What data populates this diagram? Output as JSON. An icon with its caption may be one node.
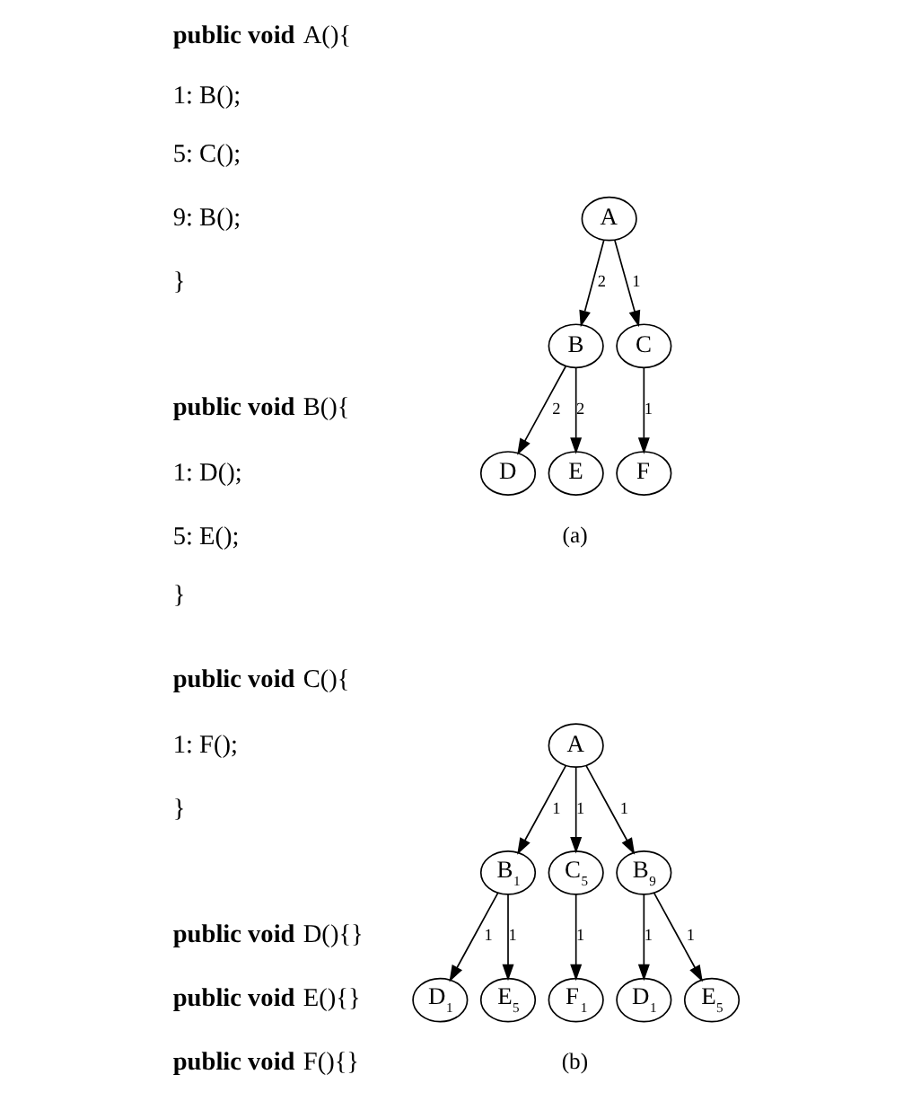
{
  "diagram": {
    "nodes": [
      {
        "text": [
          "A"
        ]
      },
      {
        "text": [
          "B"
        ]
      },
      {
        "text": [
          "C"
        ]
      },
      {
        "text": [
          "D"
        ]
      },
      {
        "text": [
          "E"
        ]
      },
      {
        "text": [
          "F"
        ]
      },
      {
        "text": [
          "A"
        ]
      },
      {
        "text": [
          "B$_{1}$"
        ]
      },
      {
        "text": [
          "C$_{5}$"
        ]
      },
      {
        "text": [
          "B$_{9}$"
        ]
      },
      {
        "text": [
          "D$_{1}$"
        ]
      },
      {
        "text": [
          "E$_{5}$"
        ]
      },
      {
        "text": [
          "F$_{1}$"
        ]
      },
      {
        "text": [
          "D$_{1}$"
        ]
      },
      {
        "text": [
          "E$_{5}$"
        ]
      }
    ],
    "edges": [
      {
        "from": 0,
        "to": 1,
        "arrow": "to",
        "label": "2"
      },
      {
        "from": 0,
        "to": 2,
        "arrow": "to",
        "label": "1"
      },
      {
        "from": 1,
        "to": 3,
        "arrow": "to",
        "label": "2"
      },
      {
        "from": 1,
        "to": 4,
        "arrow": "to",
        "label": "2"
      },
      {
        "from": 2,
        "to": 5,
        "arrow": "to",
        "label": "1"
      },
      {
        "from": 6,
        "to": 7,
        "arrow": "to",
        "label": "1"
      },
      {
        "from": 6,
        "to": 8,
        "arrow": "to",
        "label": "1"
      },
      {
        "from": 6,
        "to": 9,
        "arrow": "to",
        "label": "1"
      },
      {
        "from": 7,
        "to": 10,
        "arrow": "to",
        "label": "1"
      },
      {
        "from": 7,
        "to": 11,
        "arrow": "to",
        "label": "1"
      },
      {
        "from": 8,
        "to": 12,
        "arrow": "to",
        "label": "1"
      },
      {
        "from": 9,
        "to": 13,
        "arrow": "to",
        "label": "1"
      },
      {
        "from": 9,
        "to": 14,
        "arrow": "to",
        "label": "1"
      }
    ],
    "labels": [
      "**public void** A(){",
      "1: B();",
      "5: C();",
      "9: B();",
      "}",
      "**public void** B(){",
      "1: D();",
      "5: E();",
      "}",
      "(a)",
      "**public void** C(){",
      "1: F();",
      "}",
      "**public void** D(){}",
      "**public void** E(){}",
      "**public void** F(){}",
      "(b)"
    ]
  }
}
